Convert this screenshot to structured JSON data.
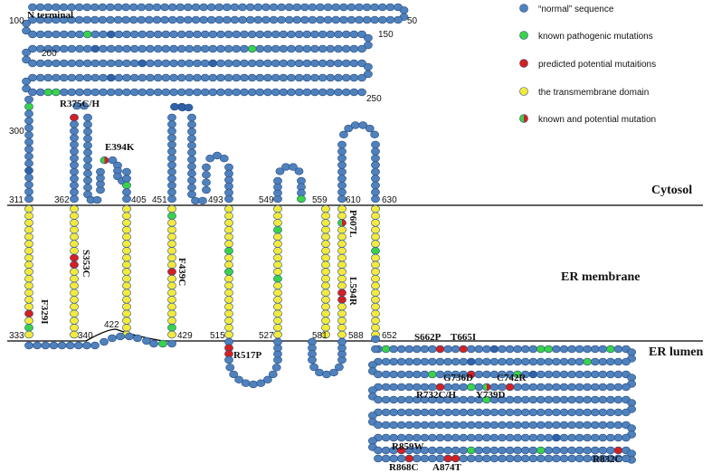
{
  "legend": [
    {
      "key": "normal",
      "label": "“normal” sequence",
      "color": "#4f81bd"
    },
    {
      "key": "pathogenic",
      "label": "known pathogenic mutations",
      "color": "#39d24a"
    },
    {
      "key": "predicted",
      "label": "predicted potential mutaitions",
      "color": "#d42020"
    },
    {
      "key": "transmembrane",
      "label": "the transmembrane domain",
      "color": "#f4ea3c"
    },
    {
      "key": "both",
      "label": "known and potential mutation",
      "color": "#39d24a"
    }
  ],
  "regions": {
    "cytosol": "Cytosol",
    "membrane": "ER membrane",
    "lumen": "ER lumen"
  },
  "terminal": "N terminal",
  "position_labels": [
    "100",
    "50",
    "150",
    "200",
    "250",
    "300",
    "311",
    "362",
    "405",
    "451",
    "493",
    "549",
    "559",
    "610",
    "630",
    "333",
    "340",
    "422",
    "429",
    "515",
    "527",
    "581",
    "588",
    "652"
  ],
  "mutations": [
    "R375C/H",
    "E394K",
    "F329I",
    "S353C",
    "F439C",
    "P607L",
    "L594R",
    "R517P",
    "S662P",
    "T665I",
    "G736D",
    "C742R",
    "R732C/H",
    "Y739D",
    "R859W",
    "R832C",
    "R868C",
    "A874T"
  ]
}
